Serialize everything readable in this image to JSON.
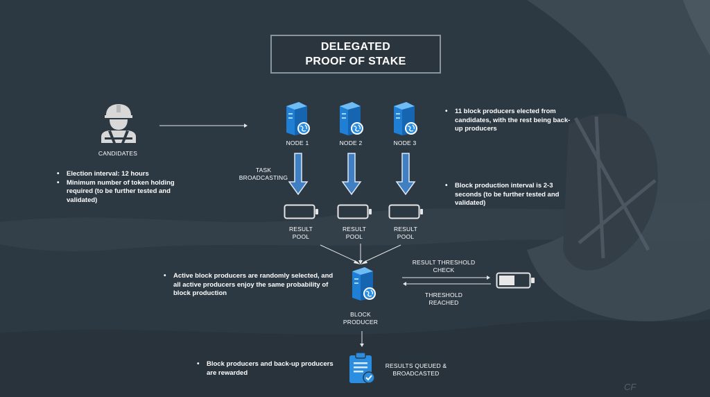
{
  "title": {
    "line1": "DELEGATED",
    "line2": "PROOF OF STAKE"
  },
  "candidates": {
    "icon": "construction-worker-icon",
    "label": "CANDIDATES",
    "notes": [
      "Election interval: 12 hours",
      "Minimum  number of token holding required (to be further tested and validated)"
    ]
  },
  "nodes": [
    {
      "label": "NODE 1",
      "icon": "server-globe-icon"
    },
    {
      "label": "NODE 2",
      "icon": "server-globe-icon"
    },
    {
      "label": "NODE 3",
      "icon": "server-globe-icon"
    }
  ],
  "task_broadcasting": {
    "line1": "TASK",
    "line2": "BROADCASTING"
  },
  "result_pools": [
    {
      "line1": "RESULT",
      "line2": "POOL"
    },
    {
      "line1": "RESULT",
      "line2": "POOL"
    },
    {
      "line1": "RESULT",
      "line2": "POOL"
    }
  ],
  "right_notes": {
    "producers": "11 block producers elected from candidates, with the rest being back-up producers",
    "interval": "Block production interval is 2-3 seconds (to be further tested and validated)"
  },
  "block_producer": {
    "line1": "BLOCK",
    "line2": "PRODUCER",
    "icon": "server-globe-icon"
  },
  "active_note": "Active block producers are randomly selected, and all active producers enjoy the same probability of block production",
  "threshold": {
    "check_line1": "RESULT THRESHOLD",
    "check_line2": "CHECK",
    "reached_line1": "THRESHOLD",
    "reached_line2": "REACHED",
    "level": 0.55
  },
  "results": {
    "line1": "RESULTS QUEUED &",
    "line2": "BROADCASTED",
    "icon": "clipboard-check-icon"
  },
  "rewarded_note": "Block producers and back-up producers are rewarded",
  "colors": {
    "background": "#2c3842",
    "accent_blue": "#2c8ee0",
    "arrow_blue": "#3f7fc2"
  }
}
